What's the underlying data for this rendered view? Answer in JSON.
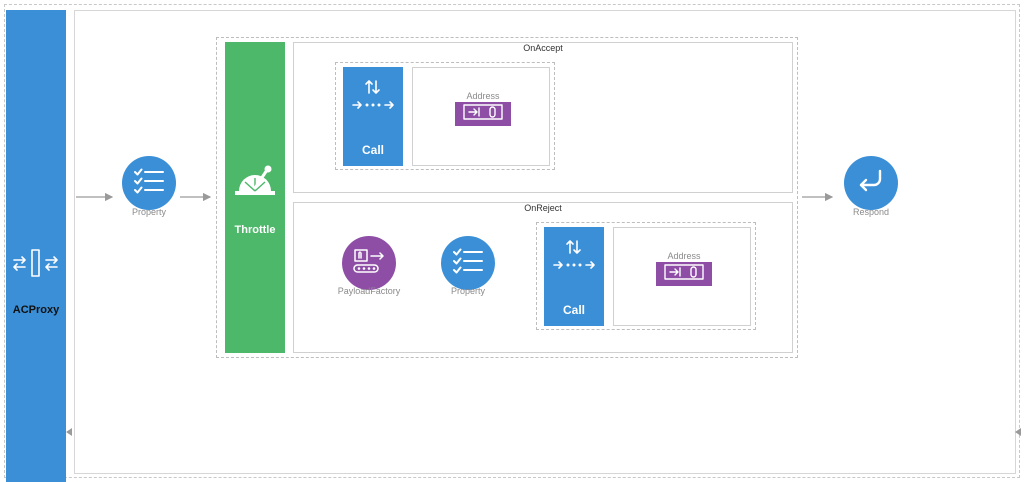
{
  "proxy": {
    "label": "ACProxy",
    "icon": "proxy-exchange-icon"
  },
  "property_main": {
    "label": "Property",
    "icon": "checklist-icon"
  },
  "throttle": {
    "label": "Throttle",
    "icon": "throttle-lever-icon"
  },
  "on_accept": {
    "title": "OnAccept",
    "call": {
      "label": "Call",
      "icon": "call-arrows-icon"
    },
    "address": {
      "label": "Address",
      "icon": "address-endpoint-icon"
    }
  },
  "on_reject": {
    "title": "OnReject",
    "payload_factory": {
      "label": "PayloadFactory",
      "icon": "payload-factory-icon"
    },
    "property": {
      "label": "Property",
      "icon": "checklist-icon"
    },
    "call": {
      "label": "Call",
      "icon": "call-arrows-icon"
    },
    "address": {
      "label": "Address",
      "icon": "address-endpoint-icon"
    }
  },
  "respond": {
    "label": "Respond",
    "icon": "return-arrow-icon"
  },
  "colors": {
    "blue": "#3a8fd6",
    "green": "#4db86a",
    "purple": "#8e4ea6",
    "arrow": "#9a9a9a"
  }
}
